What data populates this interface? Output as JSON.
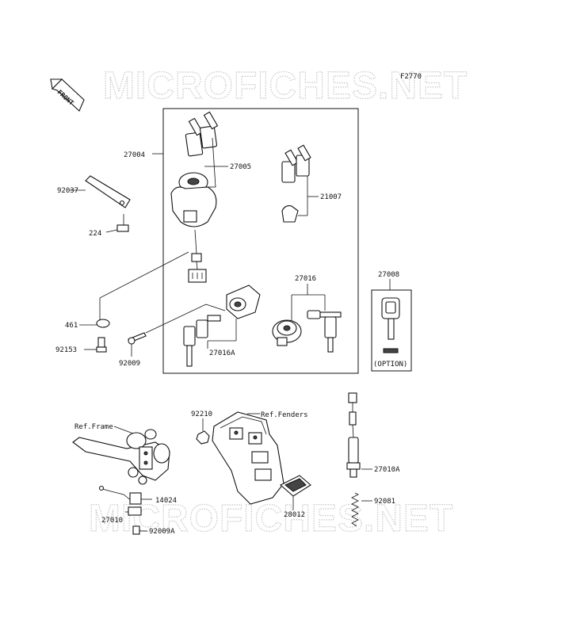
{
  "figure_code": "F2770",
  "front_label": "FRONT",
  "watermarks": [
    "MICROFICHES.NET",
    "MICROFICHES.NET"
  ],
  "labels": {
    "p27004": "27004",
    "p27005": "27005",
    "p21007": "21007",
    "p92037": "92037",
    "p224": "224",
    "p461": "461",
    "p92153": "92153",
    "p92009": "92009",
    "p27016": "27016",
    "p27016A": "27016A",
    "p27008": "27008",
    "option": "(OPTION)",
    "refFrame": "Ref.Frame",
    "refFenders": "Ref.Fenders",
    "p92210": "92210",
    "p14024": "14024",
    "p27010": "27010",
    "p92009A": "92009A",
    "p28012": "28012",
    "p27010A": "27010A",
    "p92081": "92081"
  }
}
